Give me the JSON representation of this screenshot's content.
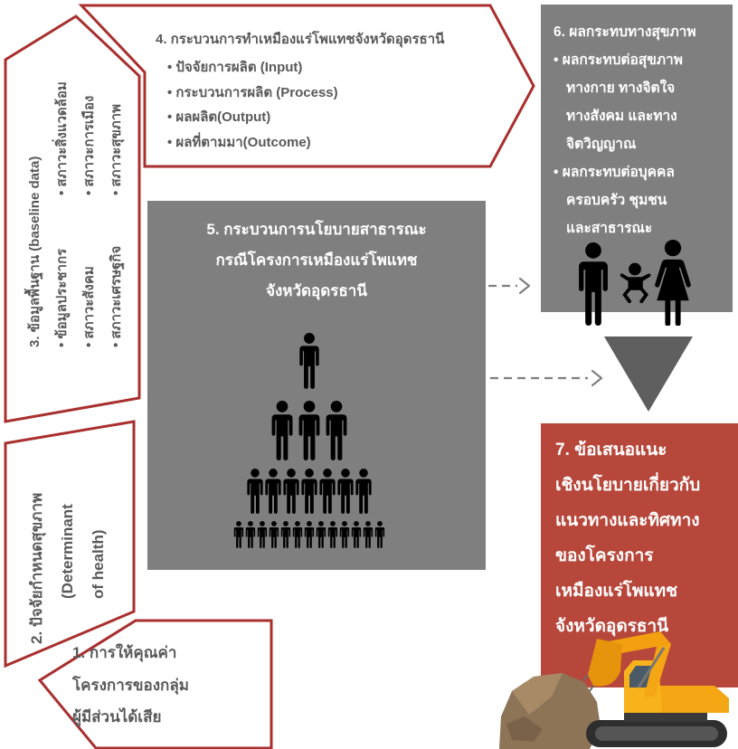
{
  "colors": {
    "outline_red": "#A8302F",
    "panel_gray": "#7F7F7F",
    "recommendation_red": "#B7473B",
    "text_gray": "#595959",
    "arrow_gray": "#808080",
    "triangle_gray": "#5F5F5F",
    "icon_black": "#000000"
  },
  "box1": {
    "lines": [
      "1. การให้คุณค่า",
      "โครงการของกลุ่ม",
      "ผู้มีส่วนได้เสีย"
    ]
  },
  "box2": {
    "lines": [
      "2. ปัจจัยกำหนดสุขภาพ",
      "(Determinant",
      "of health)"
    ]
  },
  "box3": {
    "title": "3. ข้อมูลพื้นฐาน (baseline data)",
    "items": [
      "• ข้อมูลประชากร",
      "• สภาวะสิ่งแวดล้อม",
      "• สภาวะสังคม",
      "• สภาวะการเมือง",
      "• สภาวะเศรษฐกิจ",
      "• สภาวะสุขภาพ"
    ]
  },
  "box4": {
    "title": "4. กระบวนการทำเหมืองแร่โพแทชจังหวัดอุดรธานี",
    "items": [
      "• ปัจจัยการผลิต (Input)",
      "• กระบวนการผลิต (Process)",
      "• ผลผลิต(Output)",
      "• ผลที่ตามมา(Outcome)"
    ]
  },
  "box5": {
    "lines": [
      "5. กระบวนการนโยบายสาธารณะ",
      "กรณีโครงการเหมืองแร่โพแทช",
      "จังหวัดอุดรธานี"
    ],
    "icon": "people-pyramid-icon",
    "pyramid_rows": [
      1,
      3,
      7,
      13
    ]
  },
  "box6": {
    "title": "6. ผลกระทบทางสุขภาพ",
    "items": [
      {
        "lines": [
          "• ผลกระทบต่อสุขภาพ",
          "ทางกาย ทางจิตใจ",
          "ทางสังคม และทาง",
          "จิตวิญญาณ"
        ]
      },
      {
        "lines": [
          "• ผลกระทบต่อบุคคล",
          "ครอบครัว ชุมชน",
          "และสาธารณะ"
        ]
      }
    ],
    "icon": "family-icon",
    "family_icons": [
      "man-icon",
      "child-icon",
      "woman-icon"
    ]
  },
  "box7": {
    "lines": [
      "7. ข้อเสนอแนะ",
      "เชิงนโยบายเกี่ยวกับ",
      "แนวทางและทิศทาง",
      "ของโครงการ",
      "เหมืองแร่โพแทช",
      "จังหวัดอุดรธานี"
    ],
    "icon": "excavator-icon"
  },
  "connectors": {
    "arrow_icons": [
      "dashed-arrow-icon",
      "dashed-arrow-icon"
    ],
    "flow_icon": "down-triangle-icon"
  }
}
